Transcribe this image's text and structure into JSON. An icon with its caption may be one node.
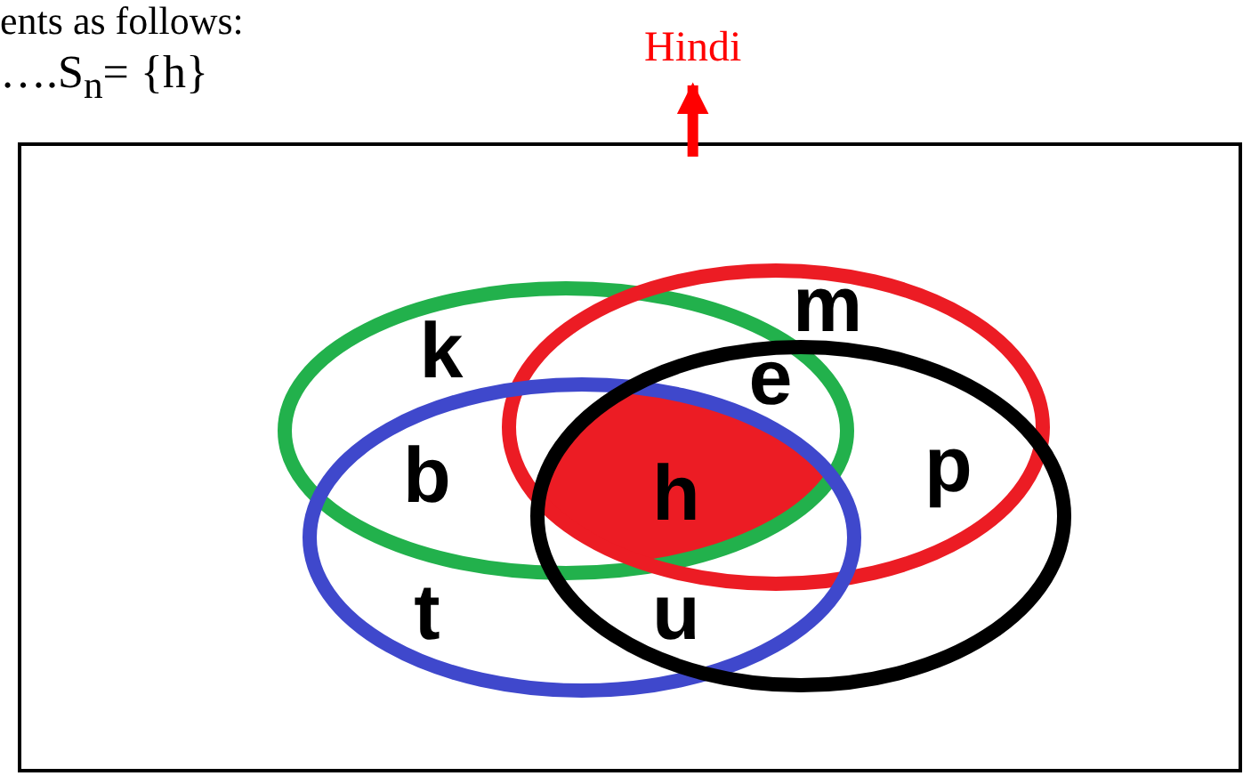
{
  "diagram": {
    "nodes": [
      {
        "text": [
          "Hindi"
        ]
      },
      {
        "text": [],
        "shape": "box"
      }
    ],
    "edges": [
      {
        "from": 1,
        "to": 0,
        "arrow": "to",
        "color": "#ff0000"
      }
    ],
    "labels": [
      "ents as follows:",
      "….S$_{n}$= {h}",
      "k",
      "m",
      "e",
      "b",
      "h",
      "p",
      "t",
      "u"
    ]
  }
}
